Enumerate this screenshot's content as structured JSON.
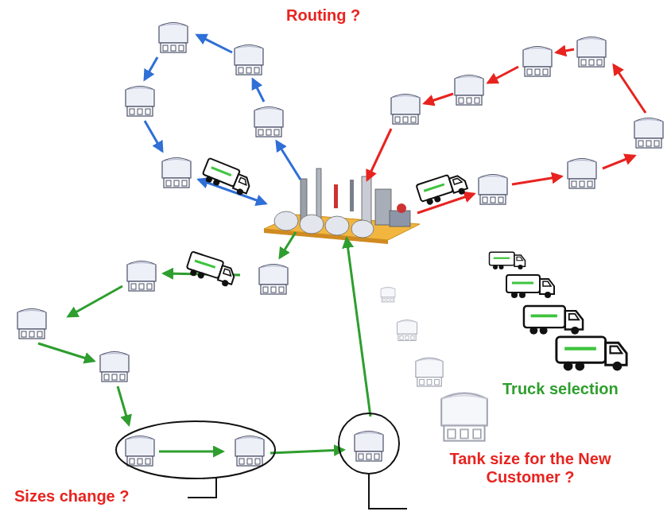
{
  "diagram": {
    "labels": [
      "Routing ?",
      "Truck selection",
      "Sizes change ?",
      "Tank size for the New Customer ?"
    ]
  }
}
